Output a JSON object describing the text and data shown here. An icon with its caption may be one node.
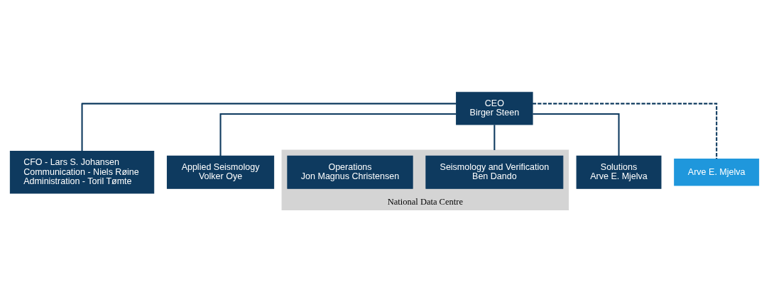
{
  "diagram": {
    "nodes": [
      {
        "text": [
          "CEO",
          "Birger Steen"
        ]
      },
      {
        "text": [
          "CFO - Lars S. Johansen",
          "Communication - Niels Røine",
          "Administration - Toril Tømte"
        ]
      },
      {
        "text": [
          "Applied Seismology",
          "Volker Oye"
        ]
      },
      {
        "text": [
          "National Data Centre"
        ]
      },
      {
        "text": [
          "Seismology and Verification",
          "Ben Dando"
        ],
        "in": 3
      },
      {
        "text": [
          "Operations",
          "Jon Magnus Christensen"
        ],
        "in": 3
      },
      {
        "text": [
          "Solutions",
          "Arve E. Mjelva"
        ]
      },
      {
        "text": [
          "Arve E. Mjelva"
        ]
      }
    ],
    "edges": [
      {
        "from": 0,
        "to": 1,
        "arrow": "none"
      },
      {
        "from": 0,
        "to": 2,
        "arrow": "none"
      },
      {
        "from": 0,
        "to": 3,
        "arrow": "none"
      },
      {
        "from": 0,
        "to": 6,
        "arrow": "none"
      },
      {
        "from": 0,
        "to": 7,
        "arrow": "none",
        "style": "dashed"
      }
    ]
  }
}
